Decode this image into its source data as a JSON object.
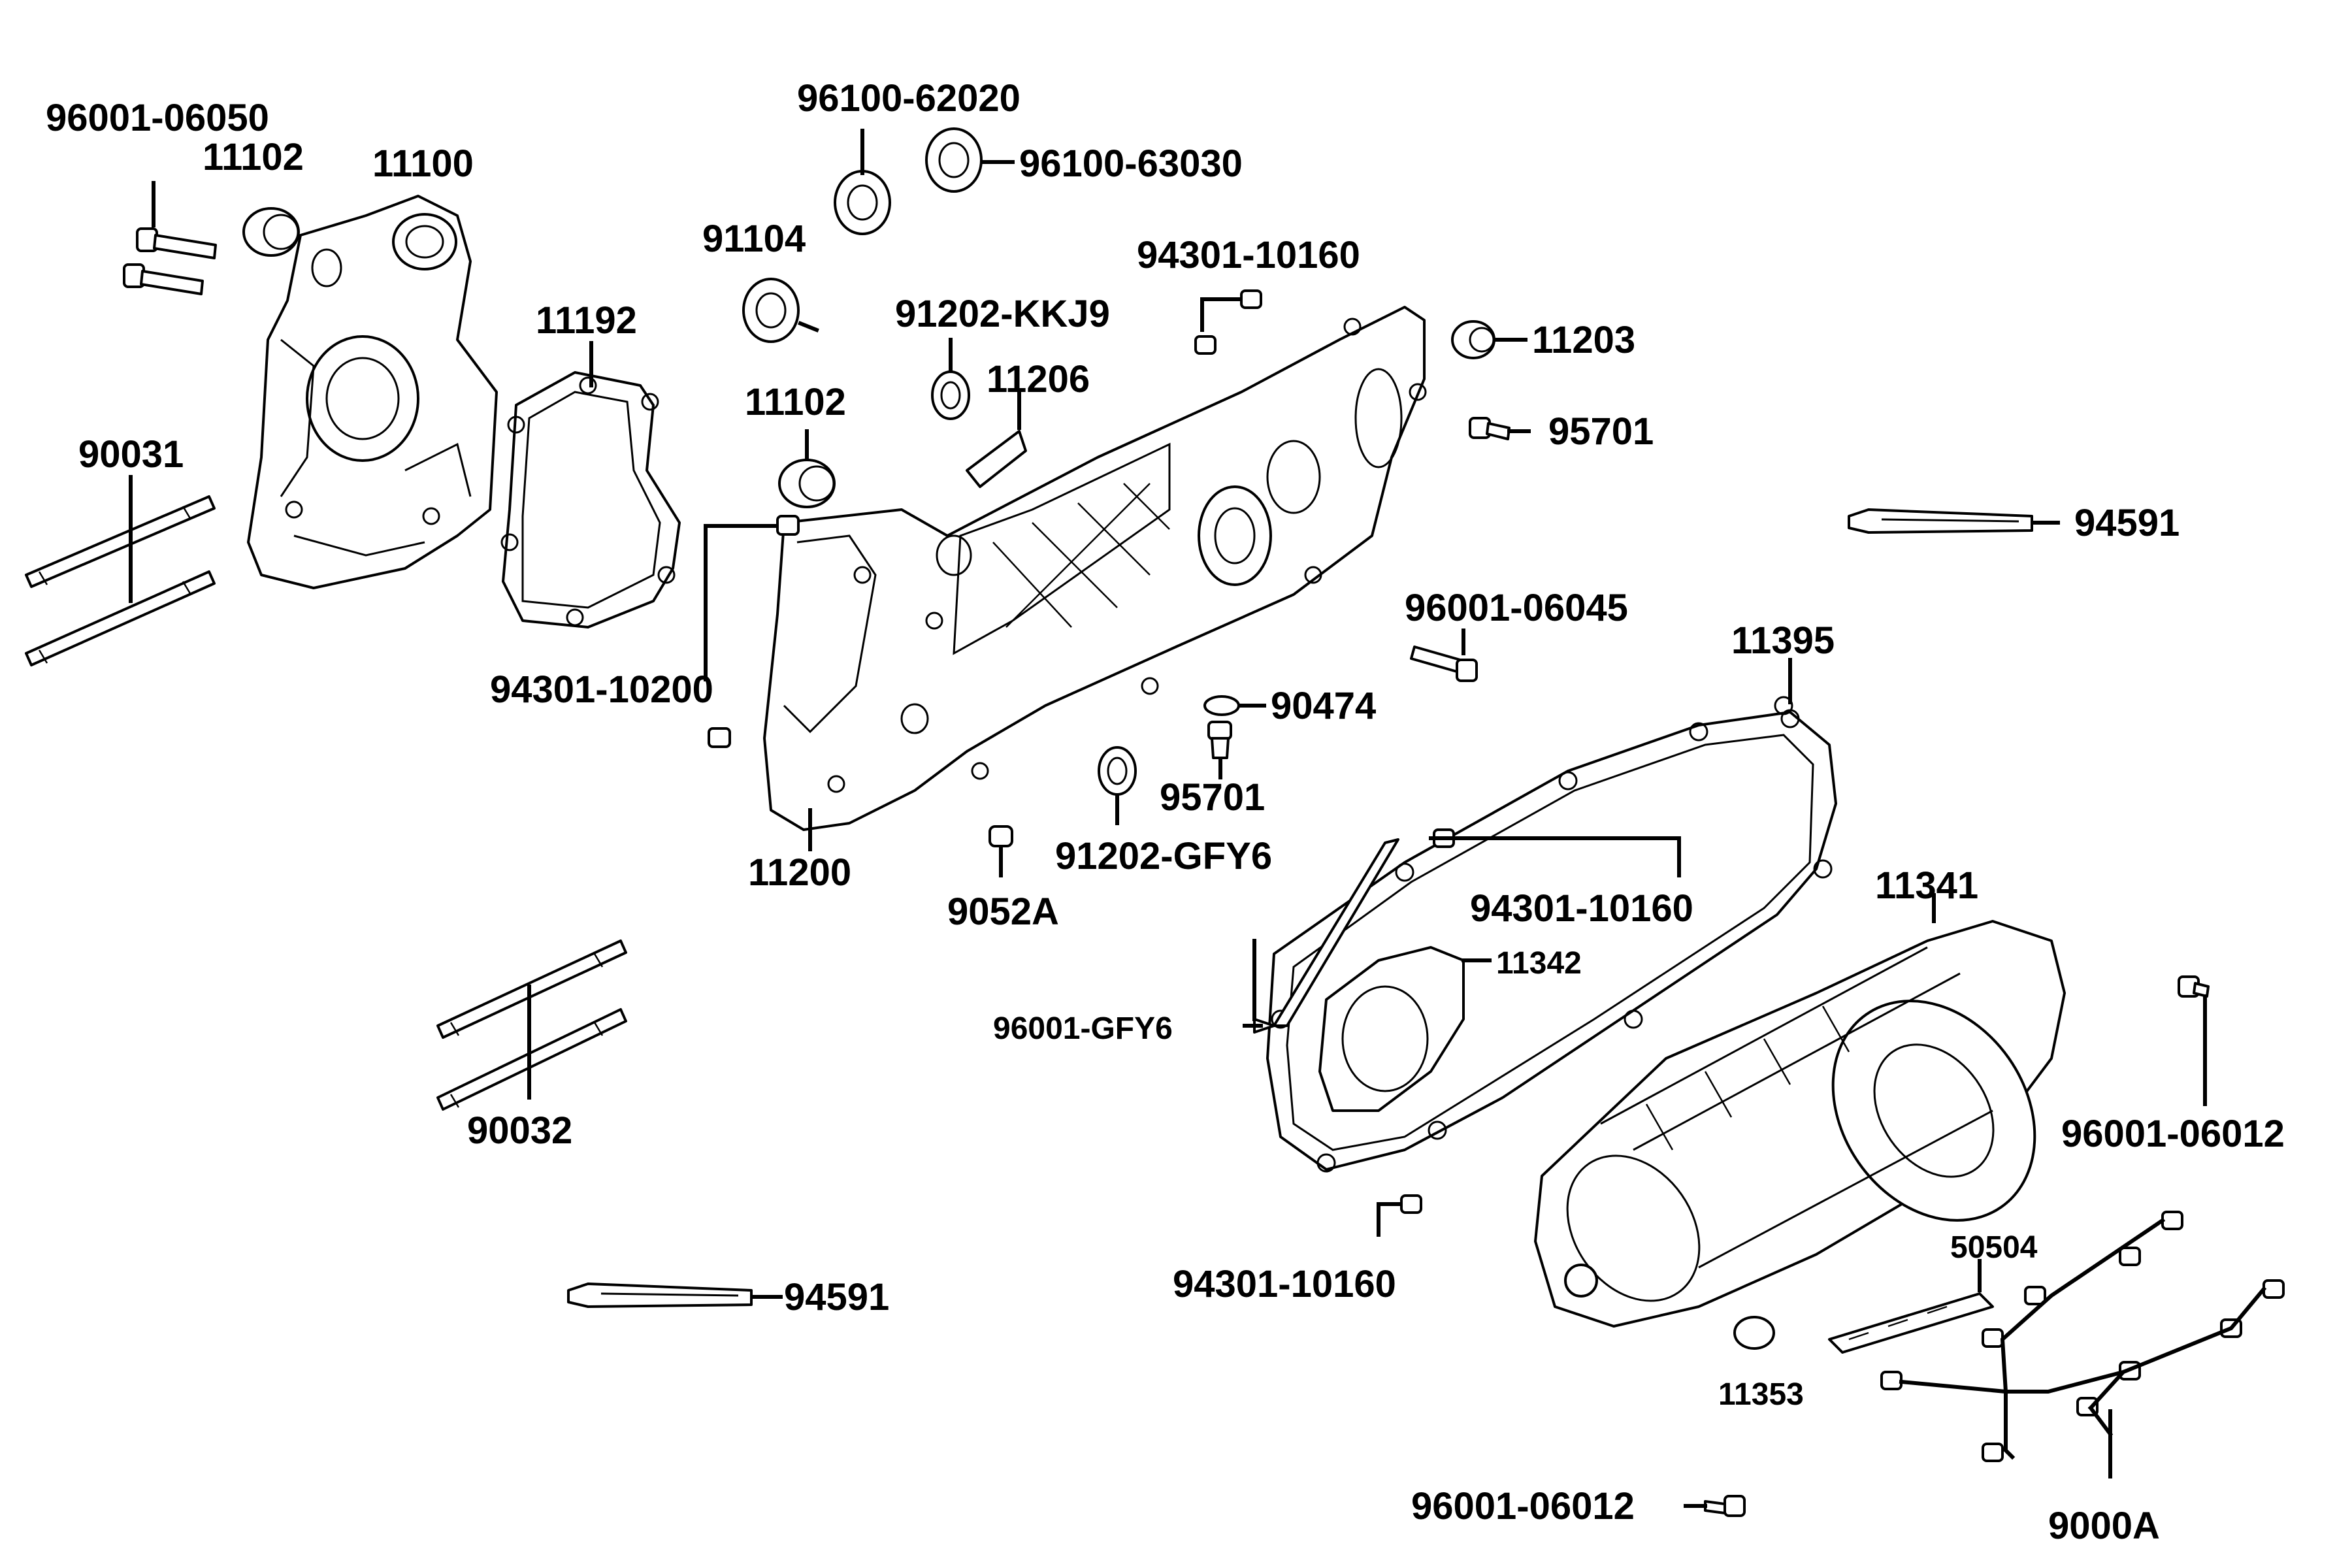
{
  "diagram": {
    "labels": {
      "p96001_06050": "96001-06050",
      "p11102_a": "11102",
      "p11100": "11100",
      "p96100_62020": "96100-62020",
      "p96100_63030": "96100-63030",
      "p91104": "91104",
      "p94301_10160_a": "94301-10160",
      "p91202_kkj9": "91202-KKJ9",
      "p11203": "11203",
      "p11192": "11192",
      "p11206": "11206",
      "p95701_a": "95701",
      "p11102_b": "11102",
      "p90031": "90031",
      "p94591_a": "94591",
      "p96001_06045": "96001-06045",
      "p94301_10200": "94301-10200",
      "p11395": "11395",
      "p90474": "90474",
      "p95701_b": "95701",
      "p91202_gfy6": "91202-GFY6",
      "p11200": "11200",
      "p9052a": "9052A",
      "p94301_10160_b": "94301-10160",
      "p11341": "11341",
      "p11342": "11342",
      "p96001_gfy6": "96001-GFY6",
      "p90032": "90032",
      "p96001_06012_a": "96001-06012",
      "p50504": "50504",
      "p94301_10160_c": "94301-10160",
      "p94591_b": "94591",
      "p11353": "11353",
      "p96001_06012_b": "96001-06012",
      "p9000a": "9000A"
    }
  }
}
